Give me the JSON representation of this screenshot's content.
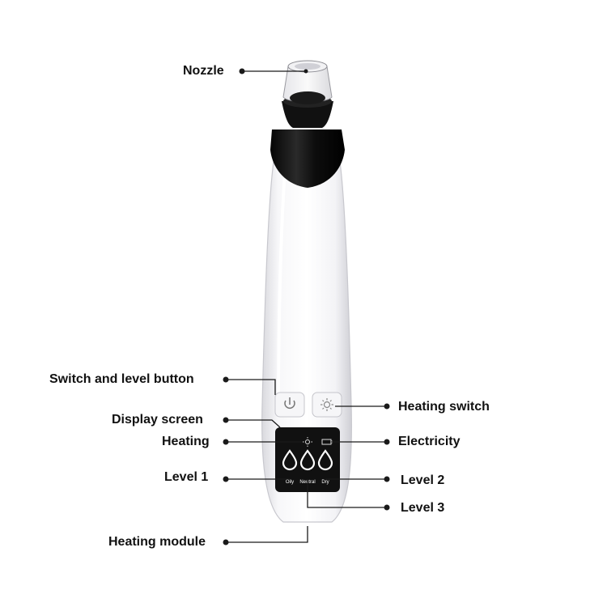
{
  "callouts": [
    {
      "id": "nozzle",
      "label": "Nozzle"
    },
    {
      "id": "switch-level-button",
      "label": "Switch and level button"
    },
    {
      "id": "display-screen",
      "label": "Display screen"
    },
    {
      "id": "heating",
      "label": "Heating"
    },
    {
      "id": "level-1",
      "label": "Level 1"
    },
    {
      "id": "heating-module",
      "label": "Heating module"
    },
    {
      "id": "heating-switch",
      "label": "Heating switch"
    },
    {
      "id": "electricity",
      "label": "Electricity"
    },
    {
      "id": "level-2",
      "label": "Level 2"
    },
    {
      "id": "level-3",
      "label": "Level 3"
    }
  ],
  "screen_modes": [
    "Oily",
    "Neutral",
    "Dry"
  ],
  "icons": [
    "power-icon",
    "sun-icon",
    "battery-icon",
    "water-drop-icon"
  ],
  "colors": {
    "line": "#1a1a1a",
    "body": "#f4f4f6",
    "nozzle": "#151515",
    "screen": "#111111"
  }
}
